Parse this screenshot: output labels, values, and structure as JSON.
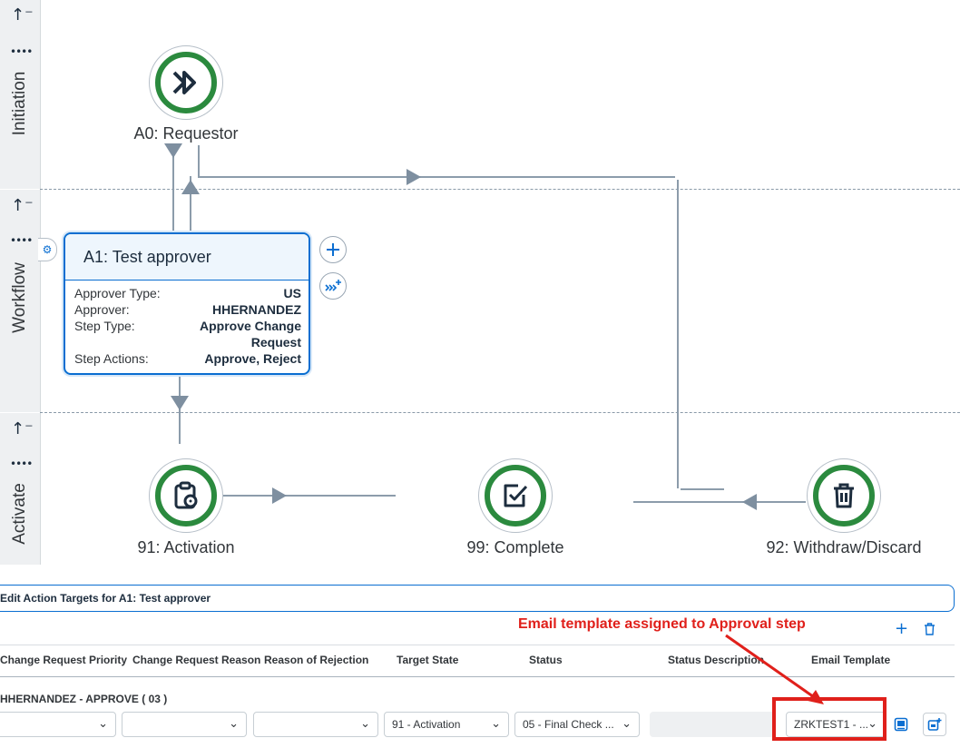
{
  "lanes": [
    {
      "label": "Initiation"
    },
    {
      "label": "Workflow"
    },
    {
      "label": "Activate"
    }
  ],
  "lane_arrow": "↑⁻",
  "lane_grip": "••••",
  "nodes": {
    "requestor": {
      "label": "A0: Requestor",
      "icon": "double-chevron-right-icon"
    },
    "activation": {
      "label": "91: Activation",
      "icon": "clipboard-icon"
    },
    "complete": {
      "label": "99: Complete",
      "icon": "checkbox-icon"
    },
    "withdraw": {
      "label": "92: Withdraw/Discard",
      "icon": "trash-icon"
    }
  },
  "step_card": {
    "title": "A1: Test approver",
    "rows": [
      {
        "key": "Approver Type:",
        "value": "US"
      },
      {
        "key": "Approver:",
        "value": "HHERNANDEZ"
      },
      {
        "key": "Step Type:",
        "value": "Approve Change Request"
      },
      {
        "key": "Step Actions:",
        "value": "Approve, Reject"
      }
    ]
  },
  "panel": {
    "title": "Edit Action Targets for A1: Test approver",
    "annotation": "Email template assigned to Approval step",
    "annotation_color": "#e0201b",
    "columns": [
      "Change Request Priority",
      "Change Request Reason",
      "Reason of Rejection",
      "Target State",
      "Status",
      "Status Description",
      "Email Template"
    ],
    "group_label": "HHERNANDEZ - APPROVE ( 03 )",
    "row": {
      "priority": "",
      "reason": "",
      "rejection": "",
      "target_state": "91 - Activation",
      "status": "05 - Final Check ...",
      "status_description": "",
      "email_template": "ZRKTEST1 - ..."
    },
    "chevron": "⌄",
    "add_label": "+"
  },
  "colors": {
    "accent": "#0a6ed1",
    "node_ring": "#2b8a3e",
    "line": "#8c9cab"
  }
}
